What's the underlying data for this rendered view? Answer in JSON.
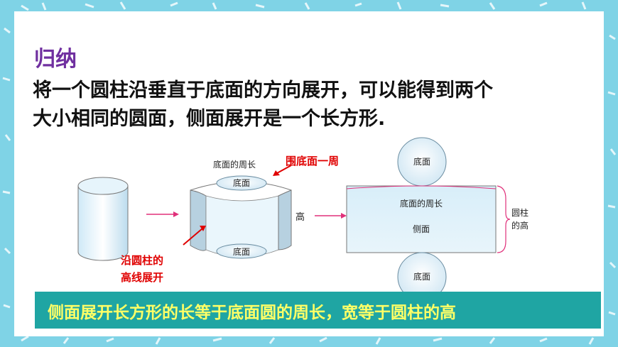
{
  "heading": "归纳",
  "paragraph": {
    "line1": "将一个圆柱沿垂直于底面的方向展开，可以能得到两个",
    "line2": "大小相同的圆面，侧面展开是一个长方形."
  },
  "diagram": {
    "label_circumference_top": "底面的周长",
    "label_around_base": "围底面一周",
    "label_base_in_cylinder_top": "底面",
    "label_base_in_cylinder_bottom": "底面",
    "label_height": "高",
    "label_cut_line_1": "沿圆柱的",
    "label_cut_line_2": "高线展开",
    "label_base_circle_top": "底面",
    "label_base_circle_bottom": "底面",
    "label_rect_circumference": "底面的周长",
    "label_lateral": "侧面",
    "label_cyl_height_1": "圆柱",
    "label_cyl_height_2": "的高"
  },
  "banner": {
    "text": "侧面展开长方形的长等于底面圆的周长，宽等于圆柱的高"
  },
  "colors": {
    "frame": "#7fd3e6",
    "heading": "#7030a0",
    "banner_bg": "#1fa5a3",
    "banner_text": "#ffff66",
    "arrow_pink": "#e0307a",
    "annotation_red": "#e00000"
  }
}
